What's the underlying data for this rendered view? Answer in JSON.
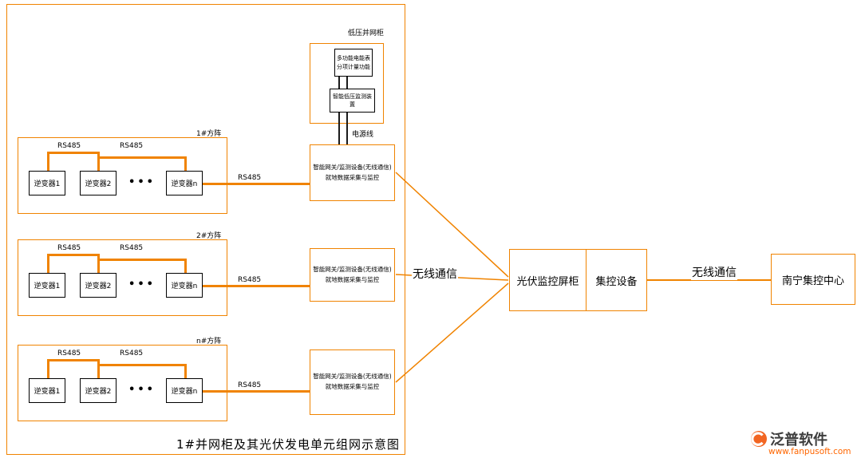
{
  "colors": {
    "accent": "#F08300",
    "logo_orange": "#F26522",
    "url_orange": "#FF6600",
    "text": "#000000"
  },
  "title": "1#并网柜及其光伏发电单元组网示意图",
  "cabinet": {
    "label": "低压并网柜",
    "meter_line1": "多功能电能表",
    "meter_line2": "分项计量功能",
    "monitor": "智能低压监测装置",
    "power_line_label": "电源线"
  },
  "rs485": "RS485",
  "dots": "•••",
  "groups": [
    {
      "label": "1#方阵",
      "inverter1": "逆变器1",
      "inverter2": "逆变器2",
      "inverterN": "逆变器n",
      "gateway_line1": "智能网关/监测设备(无线通信)",
      "gateway_line2": "就地数据采集与监控"
    },
    {
      "label": "2#方阵",
      "inverter1": "逆变器1",
      "inverter2": "逆变器2",
      "inverterN": "逆变器n",
      "gateway_line1": "智能网关/监测设备(无线通信)",
      "gateway_line2": "就地数据采集与监控"
    },
    {
      "label": "n#方阵",
      "inverter1": "逆变器1",
      "inverter2": "逆变器2",
      "inverterN": "逆变器n",
      "gateway_line1": "智能网关/监测设备(无线通信)",
      "gateway_line2": "就地数据采集与监控"
    }
  ],
  "right_chain": {
    "wireless_label_left": "无线通信",
    "pv_monitor_cabinet": "光伏监控屏柜",
    "central_control_device": "集控设备",
    "wireless_label_right": "无线通信",
    "control_center": "南宁集控中心"
  },
  "logo": {
    "name": "泛普软件",
    "url": "www.fanpusoft.com"
  }
}
